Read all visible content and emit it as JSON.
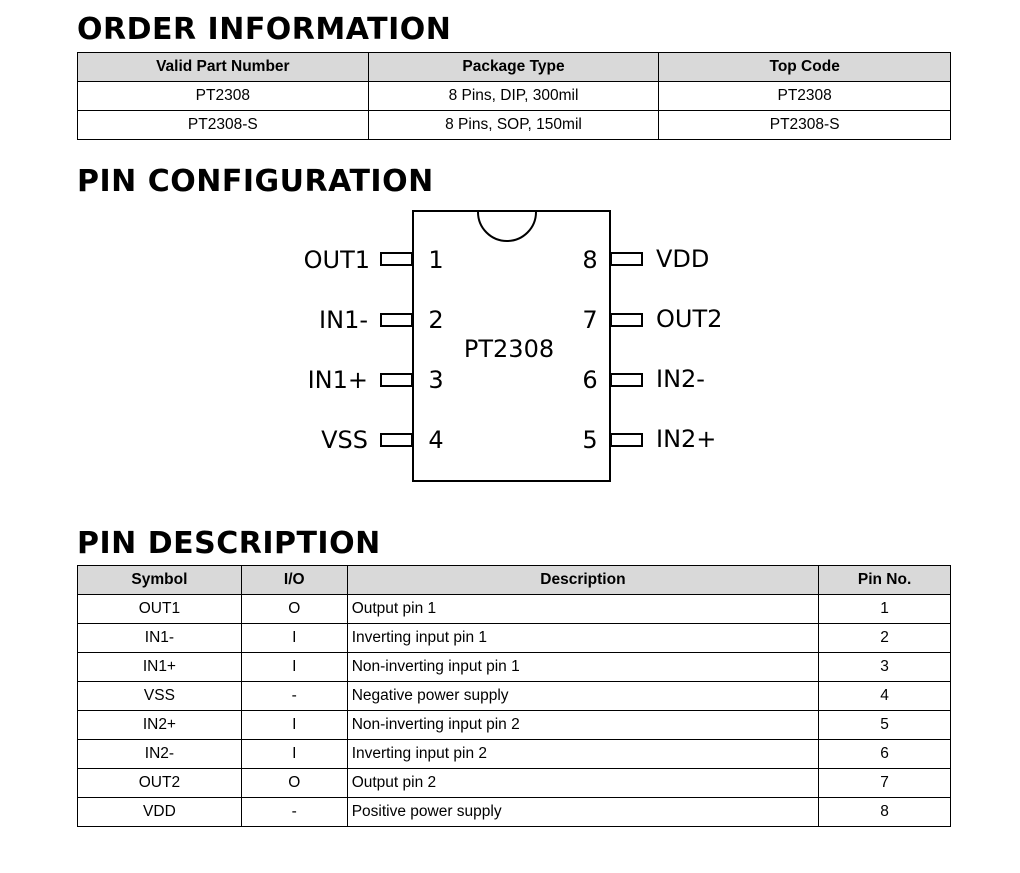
{
  "order_information": {
    "title": "ORDER INFORMATION",
    "headers": [
      "Valid Part Number",
      "Package Type",
      "Top Code"
    ],
    "rows": [
      [
        "PT2308",
        "8 Pins, DIP, 300mil",
        "PT2308"
      ],
      [
        "PT2308-S",
        "8 Pins, SOP, 150mil",
        "PT2308-S"
      ]
    ]
  },
  "pin_configuration": {
    "title": "PIN CONFIGURATION",
    "chip_label": "PT2308",
    "left_pins": [
      {
        "number": "1",
        "name": "OUT1"
      },
      {
        "number": "2",
        "name": "IN1-"
      },
      {
        "number": "3",
        "name": "IN1+"
      },
      {
        "number": "4",
        "name": "VSS"
      }
    ],
    "right_pins": [
      {
        "number": "8",
        "name": "VDD"
      },
      {
        "number": "7",
        "name": "OUT2"
      },
      {
        "number": "6",
        "name": "IN2-"
      },
      {
        "number": "5",
        "name": "IN2+"
      }
    ]
  },
  "pin_description": {
    "title": "PIN DESCRIPTION",
    "headers": [
      "Symbol",
      "I/O",
      "Description",
      "Pin No."
    ],
    "rows": [
      [
        "OUT1",
        "O",
        "Output pin 1",
        "1"
      ],
      [
        "IN1-",
        "I",
        "Inverting input pin 1",
        "2"
      ],
      [
        "IN1+",
        "I",
        "Non-inverting input pin 1",
        "3"
      ],
      [
        "VSS",
        "-",
        "Negative power supply",
        "4"
      ],
      [
        "IN2+",
        "I",
        "Non-inverting input pin 2",
        "5"
      ],
      [
        "IN2-",
        "I",
        "Inverting input pin 2",
        "6"
      ],
      [
        "OUT2",
        "O",
        "Output pin 2",
        "7"
      ],
      [
        "VDD",
        "-",
        "Positive power supply",
        "8"
      ]
    ]
  }
}
